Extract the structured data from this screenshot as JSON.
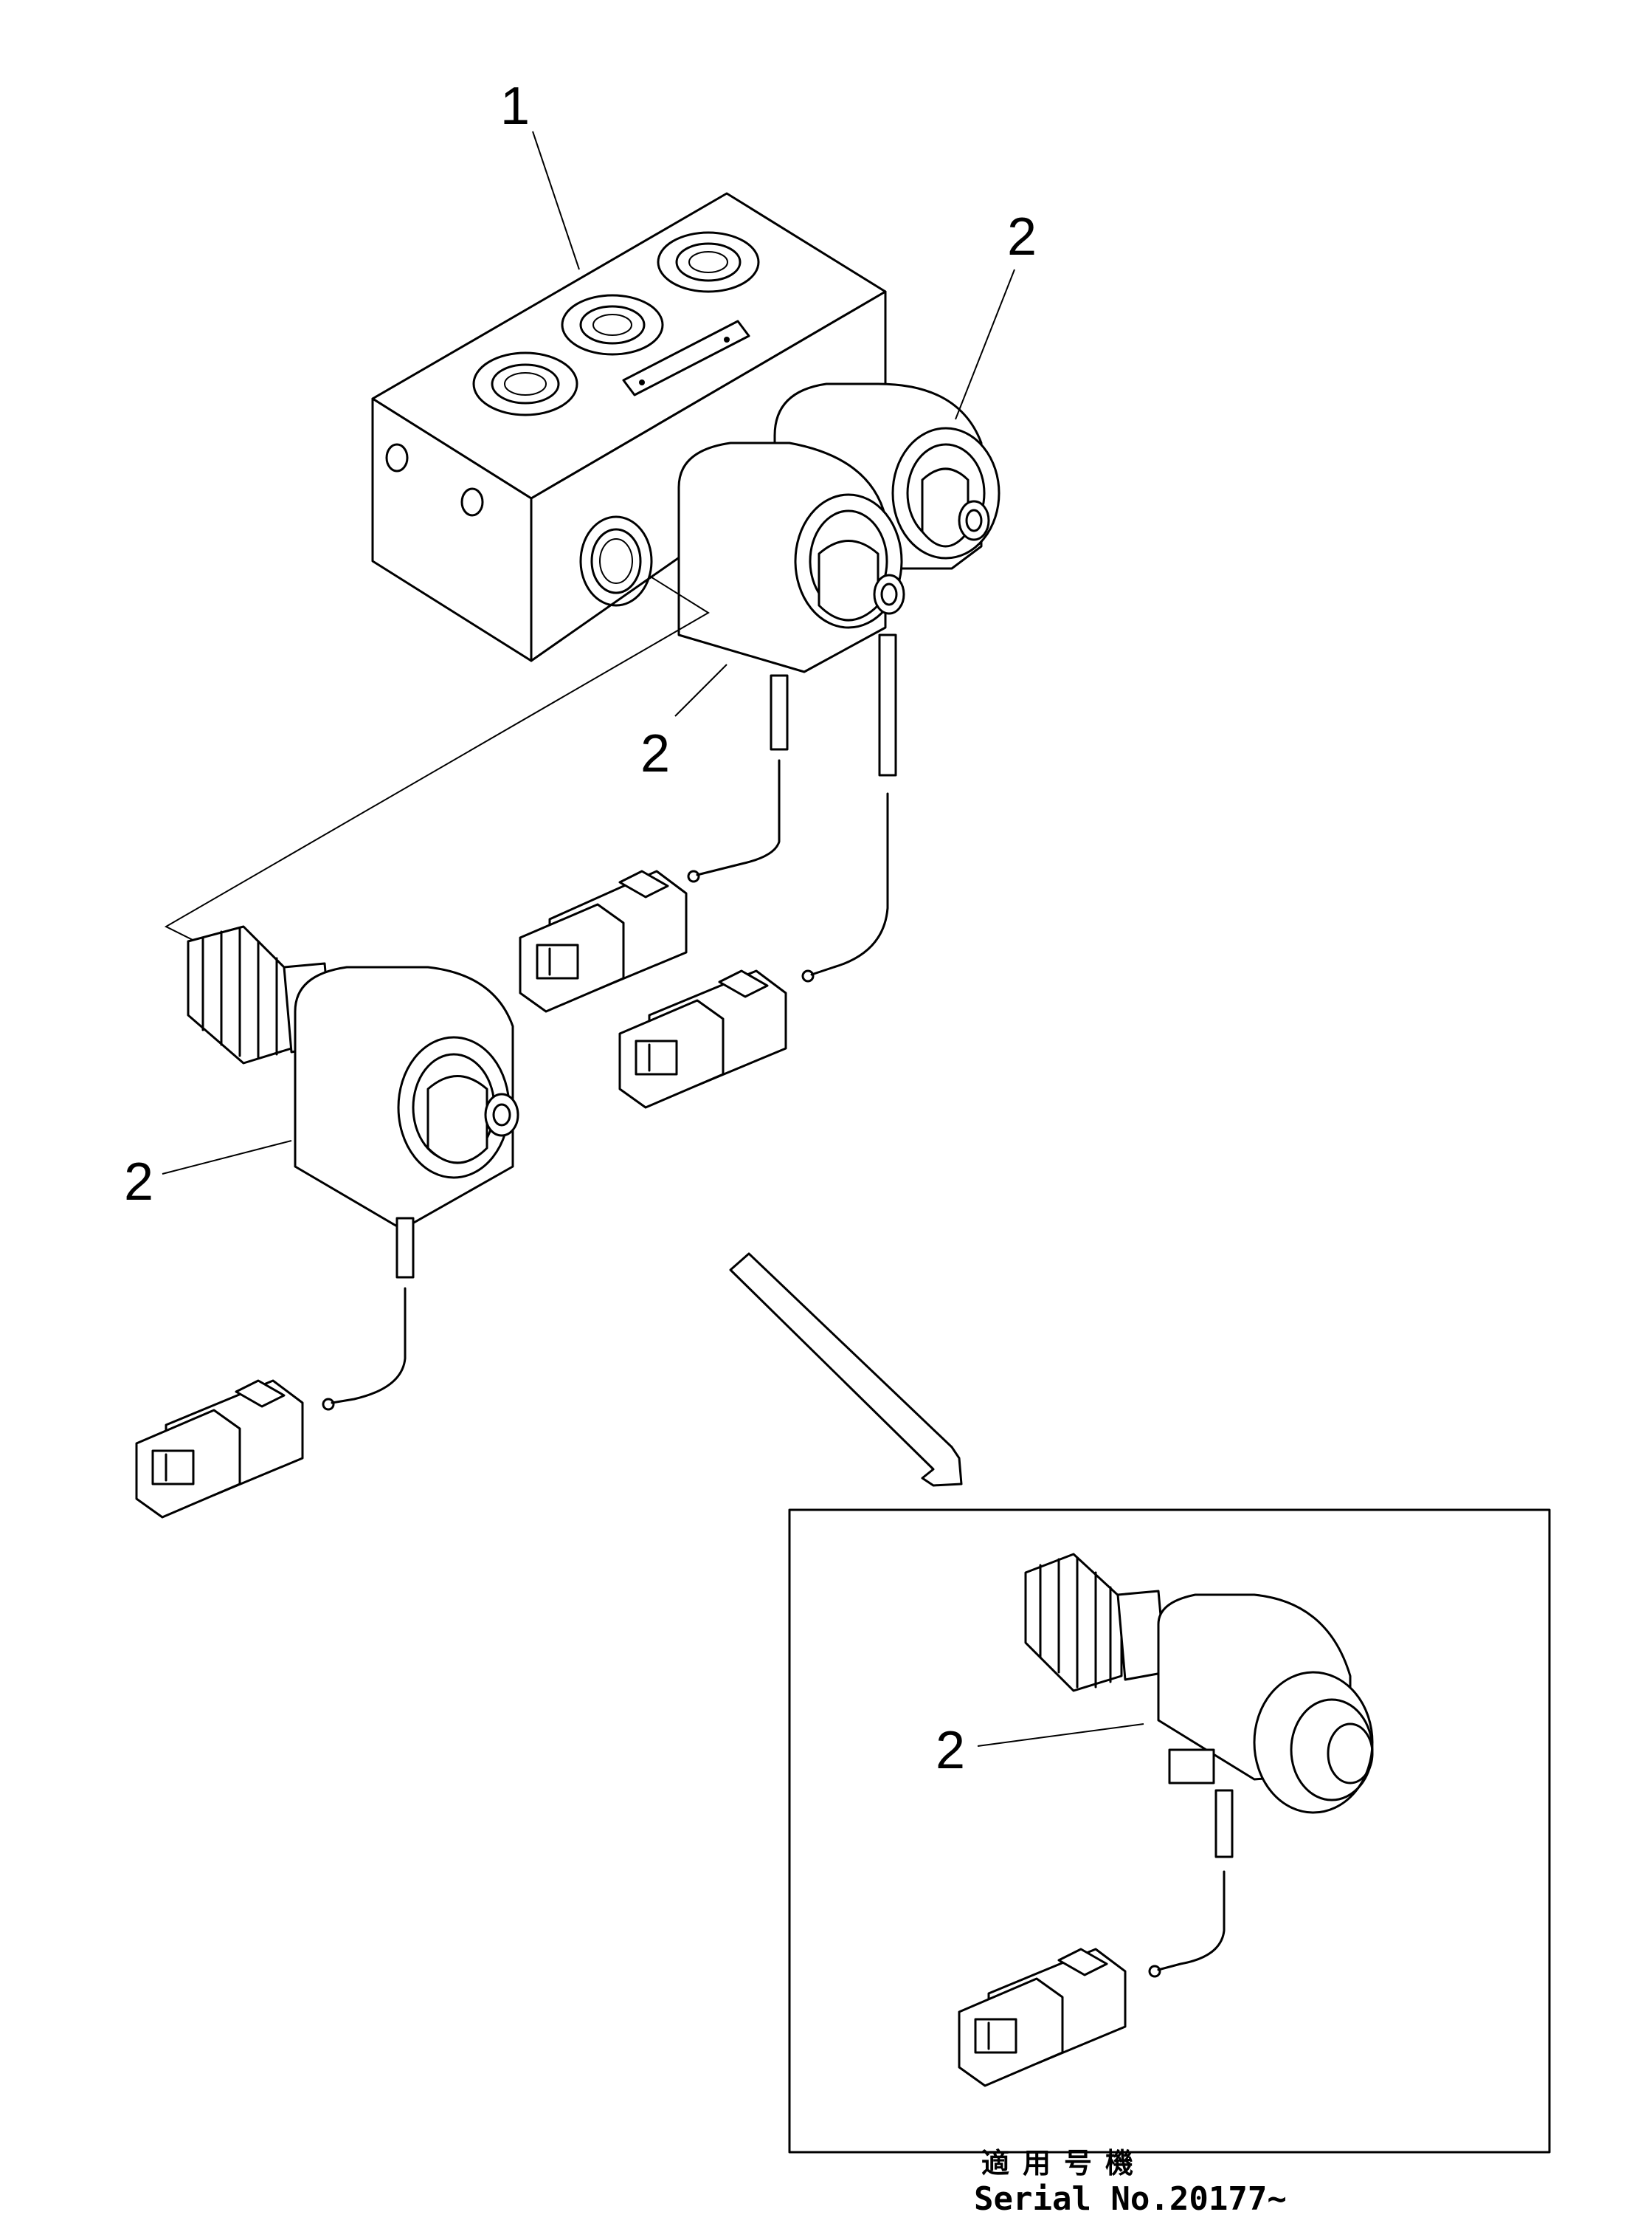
{
  "callouts": {
    "valve_block": "1",
    "solenoid_top_right": "2",
    "solenoid_top_middle": "2",
    "solenoid_left": "2",
    "solenoid_inset": "2"
  },
  "serial_note": {
    "applicable_label": "適用号機",
    "serial_text": "Serial No.20177~"
  }
}
